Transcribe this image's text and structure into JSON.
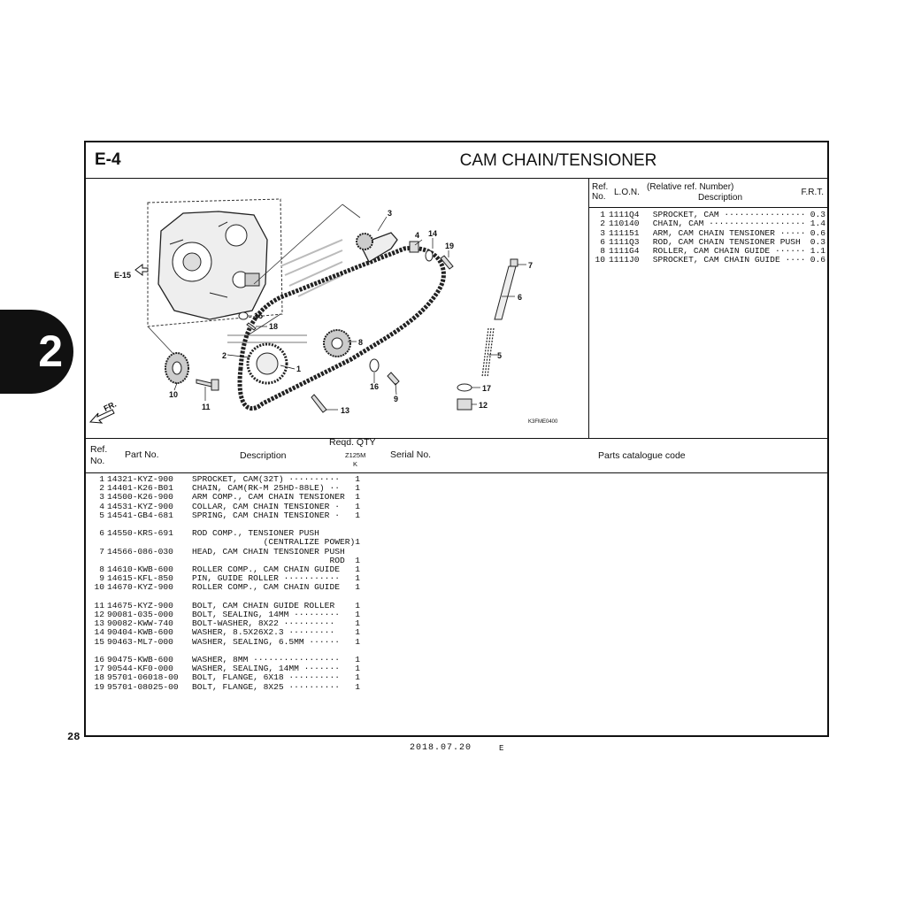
{
  "section_tab": "2",
  "page_number": "28",
  "header": {
    "code": "E-4",
    "title": "CAM  CHAIN/TENSIONER"
  },
  "diagram": {
    "ref_e15": "E-15",
    "front_label": "FR.",
    "figure_code": "K3FME0400",
    "callouts": [
      "1",
      "2",
      "3",
      "4",
      "5",
      "6",
      "7",
      "8",
      "9",
      "10",
      "11",
      "12",
      "13",
      "14",
      "15",
      "16",
      "17",
      "18",
      "19"
    ]
  },
  "lon_table": {
    "headers": {
      "ref": "Ref.",
      "no": "No.",
      "lon": "L.O.N.",
      "relative": "(Relative ref. Number)",
      "description": "Description",
      "frt": "F.R.T."
    },
    "rows": [
      {
        "ref": "1",
        "lon": "1111Q4",
        "desc": "SPROCKET, CAM ················",
        "frt": "0.3"
      },
      {
        "ref": "2",
        "lon": "110140",
        "desc": "CHAIN, CAM ···················",
        "frt": "1.4"
      },
      {
        "ref": "3",
        "lon": "111151",
        "desc": "ARM, CAM CHAIN TENSIONER ·····",
        "frt": "0.6"
      },
      {
        "ref": "6",
        "lon": "1111Q3",
        "desc": "ROD, CAM CHAIN TENSIONER PUSH ",
        "frt": "0.3"
      },
      {
        "ref": "8",
        "lon": "1111G4",
        "desc": "ROLLER, CAM CHAIN GUIDE ······",
        "frt": "1.1"
      },
      {
        "ref": "10",
        "lon": "1111J0",
        "desc": "SPROCKET, CAM CHAIN GUIDE ····",
        "frt": "0.6"
      }
    ]
  },
  "parts_table": {
    "headers": {
      "ref": "Ref.",
      "no": "No.",
      "part_no": "Part No.",
      "description": "Description",
      "reqd_qty": "Reqd. QTY",
      "model": "Z125M",
      "model_sub": "K",
      "serial": "Serial No.",
      "catalogue": "Parts catalogue code"
    },
    "groups": [
      [
        {
          "ref": "1",
          "part": "14321-KYZ-900",
          "desc": "SPROCKET, CAM(32T) ··········",
          "qty": "1"
        },
        {
          "ref": "2",
          "part": "14401-K26-B01",
          "desc": "CHAIN, CAM(RK-M 25HD-88LE) ··",
          "qty": "1"
        },
        {
          "ref": "3",
          "part": "14500-K26-900",
          "desc": "ARM COMP., CAM CHAIN TENSIONER",
          "qty": "1"
        },
        {
          "ref": "4",
          "part": "14531-KYZ-900",
          "desc": "COLLAR, CAM CHAIN TENSIONER ·",
          "qty": "1"
        },
        {
          "ref": "5",
          "part": "14541-GB4-681",
          "desc": "SPRING, CAM CHAIN TENSIONER ·",
          "qty": "1"
        }
      ],
      [
        {
          "ref": "6",
          "part": "14550-KRS-691",
          "desc": "ROD COMP., TENSIONER PUSH",
          "qty": ""
        },
        {
          "ref": "",
          "part": "",
          "desc": "              (CENTRALIZE POWER)",
          "qty": "1"
        },
        {
          "ref": "7",
          "part": "14566-086-030",
          "desc": "HEAD, CAM CHAIN TENSIONER PUSH",
          "qty": ""
        },
        {
          "ref": "",
          "part": "",
          "desc": "                           ROD",
          "qty": "1"
        },
        {
          "ref": "8",
          "part": "14610-KWB-600",
          "desc": "ROLLER COMP., CAM CHAIN GUIDE",
          "qty": "1"
        },
        {
          "ref": "9",
          "part": "14615-KFL-850",
          "desc": "PIN, GUIDE ROLLER ···········",
          "qty": "1"
        },
        {
          "ref": "10",
          "part": "14670-KYZ-900",
          "desc": "ROLLER COMP., CAM CHAIN GUIDE",
          "qty": "1"
        }
      ],
      [
        {
          "ref": "11",
          "part": "14675-KYZ-900",
          "desc": "BOLT, CAM CHAIN GUIDE ROLLER",
          "qty": "1"
        },
        {
          "ref": "12",
          "part": "90081-035-000",
          "desc": "BOLT, SEALING, 14MM ·········",
          "qty": "1"
        },
        {
          "ref": "13",
          "part": "90082-KWW-740",
          "desc": "BOLT-WASHER, 8X22 ··········",
          "qty": "1"
        },
        {
          "ref": "14",
          "part": "90404-KWB-600",
          "desc": "WASHER, 8.5X26X2.3 ·········",
          "qty": "1"
        },
        {
          "ref": "15",
          "part": "90463-ML7-000",
          "desc": "WASHER, SEALING, 6.5MM ······",
          "qty": "1"
        }
      ],
      [
        {
          "ref": "16",
          "part": "90475-KWB-600",
          "desc": "WASHER, 8MM ·················",
          "qty": "1"
        },
        {
          "ref": "17",
          "part": "90544-KF0-000",
          "desc": "WASHER, SEALING, 14MM ·······",
          "qty": "1"
        },
        {
          "ref": "18",
          "part": "95701-06018-00",
          "desc": "BOLT, FLANGE, 6X18 ··········",
          "qty": "1"
        },
        {
          "ref": "19",
          "part": "95701-08025-00",
          "desc": "BOLT, FLANGE, 8X25 ··········",
          "qty": "1"
        }
      ]
    ]
  },
  "footer": {
    "date": "2018.07.20",
    "edition": "E"
  }
}
